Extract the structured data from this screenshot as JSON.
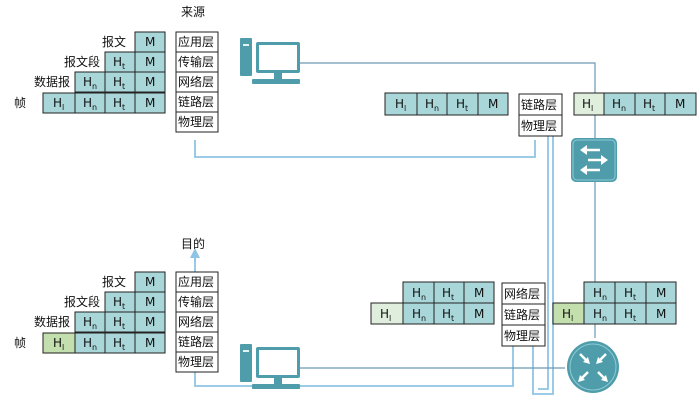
{
  "top": {
    "endpoint_label": "来源",
    "row_labels": [
      "报文",
      "报文段",
      "数据报",
      "帧"
    ],
    "layers": [
      "应用层",
      "传输层",
      "网络层",
      "链路层",
      "物理层"
    ]
  },
  "bottom": {
    "endpoint_label": "目的",
    "row_labels": [
      "报文",
      "报文段",
      "数据报",
      "帧"
    ],
    "layers": [
      "应用层",
      "传输层",
      "网络层",
      "链路层",
      "物理层"
    ]
  },
  "switch_layers": [
    "链路层",
    "物理层"
  ],
  "router_layers": [
    "网络层",
    "链路层",
    "物理层"
  ],
  "headers": {
    "message": "M",
    "transport": "H",
    "transport_sub": "t",
    "network": "H",
    "network_sub": "n",
    "link": "H",
    "link_sub": "l"
  },
  "icons": [
    "computer-icon",
    "switch-icon",
    "router-icon"
  ],
  "colors": {
    "cell": "#a9d6d8",
    "link_header_new": "#c4dfae",
    "path": "#8fc4e4",
    "device": "#4f9cab"
  }
}
